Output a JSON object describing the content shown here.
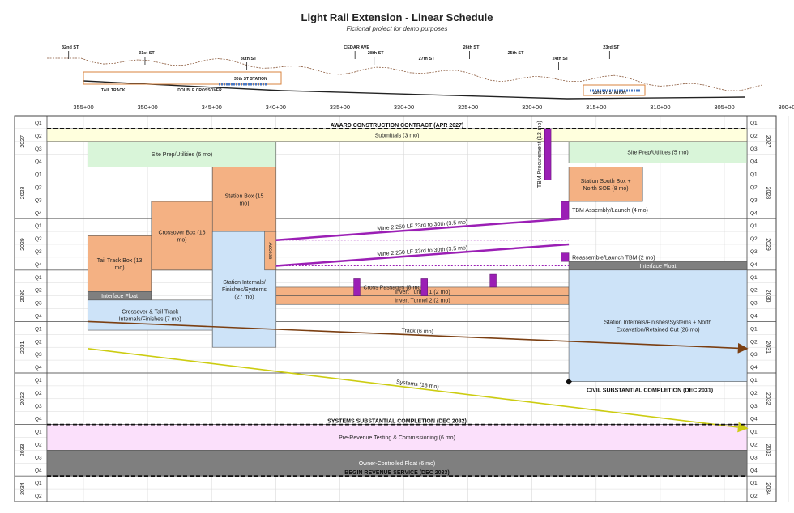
{
  "title": "Light Rail Extension - Linear Schedule",
  "subtitle": "Fictional project for demo purposes",
  "profile": {
    "streets": [
      {
        "label": "32nd ST",
        "station": 353.3
      },
      {
        "label": "31st ST",
        "station": 347.3
      },
      {
        "label": "30th ST",
        "station": 339.3
      },
      {
        "label": "CEDAR AVE",
        "station": 330.8
      },
      {
        "label": "28th ST",
        "station": 329.3
      },
      {
        "label": "27th ST",
        "station": 325.3
      },
      {
        "label": "26th ST",
        "station": 321.8
      },
      {
        "label": "25th ST",
        "station": 318.3
      },
      {
        "label": "24th ST",
        "station": 314.8
      },
      {
        "label": "23rd ST",
        "station": 310.8
      }
    ],
    "labels": [
      {
        "text": "TAIL TRACK",
        "station": 349.8
      },
      {
        "text": "DOUBLE CROSSOVER",
        "station": 343.0
      },
      {
        "text": "30th ST STATION",
        "station": 339.0
      },
      {
        "text": "23rd ST STATION",
        "station": 310.8
      }
    ]
  },
  "axis": {
    "stations": [
      "355+00",
      "350+00",
      "345+00",
      "340+00",
      "335+00",
      "330+00",
      "325+00",
      "320+00",
      "315+00",
      "310+00",
      "305+00",
      "300+00"
    ]
  },
  "years": [
    "2027",
    "2028",
    "2029",
    "2030",
    "2031",
    "2032",
    "2033",
    "2034"
  ],
  "quarters": [
    "Q1",
    "Q2",
    "Q3",
    "Q4"
  ],
  "milestones": [
    {
      "text": "AWARD CONSTRUCTION CONTRACT (APR 2027)",
      "q": 1
    },
    {
      "text": "SYSTEMS SUBSTANTIAL COMPLETION (DEC 2032)",
      "q": 24
    },
    {
      "text": "BEGIN REVENUE SERVICE (DEC 2033)",
      "q": 28
    }
  ],
  "activities": [
    {
      "label": "Submittals (3 mo)",
      "sta": [
        355,
        300
      ],
      "q": [
        1,
        2
      ],
      "color": "#ffffdd"
    },
    {
      "label": "Site Prep/Utilities (6 mo)",
      "sta": [
        351.8,
        337.0
      ],
      "q": [
        2,
        4
      ],
      "color": "#d9f5d9"
    },
    {
      "label": "Site Prep/Utilities (5 mo)",
      "sta": [
        314.0,
        300
      ],
      "q": [
        2,
        3.67
      ],
      "color": "#d9f5d9"
    },
    {
      "label": "Station South Box + North SOE (8 mo)",
      "sta": [
        314.0,
        308.2
      ],
      "q": [
        4,
        6.67
      ],
      "color": "#f4b183"
    },
    {
      "label": "Station Box (15 mo)",
      "sta": [
        342.0,
        337.0
      ],
      "q": [
        4,
        9
      ],
      "color": "#f4b183"
    },
    {
      "label": "Crossover Box (16 mo)",
      "sta": [
        346.8,
        342.0
      ],
      "q": [
        6.67,
        12
      ],
      "color": "#f4b183"
    },
    {
      "label": "Tail Track Box (13 mo)",
      "sta": [
        351.8,
        346.8
      ],
      "q": [
        9.33,
        13.67
      ],
      "color": "#f4b183"
    },
    {
      "label": "Interface Float",
      "sta": [
        351.8,
        346.8
      ],
      "q": [
        13.67,
        14.33
      ],
      "color": "#7f7f7f"
    },
    {
      "label": "Crossover & Tail Track Internals/Finishes (7 mo)",
      "sta": [
        351.8,
        342.0
      ],
      "q": [
        14.33,
        16.67
      ],
      "color": "#cde3f8"
    },
    {
      "label": "Station Internals/ Finishes/Systems (27 mo)",
      "sta": [
        342.0,
        337.0
      ],
      "q": [
        9,
        18
      ],
      "color": "#cde3f8"
    },
    {
      "label": "Access",
      "sta": [
        337.9,
        337.0
      ],
      "q": [
        9,
        12
      ],
      "color": "#f4b183"
    },
    {
      "label": "Invert Tunnel 1 (2 mo)",
      "sta": [
        337.0,
        314.0
      ],
      "q": [
        13.33,
        14
      ],
      "color": "#f4b183"
    },
    {
      "label": "Invert Tunnel 2 (2 mo)",
      "sta": [
        337.0,
        314.0
      ],
      "q": [
        14,
        14.67
      ],
      "color": "#f4b183"
    },
    {
      "label": "Access",
      "sta": [
        314.0,
        313.1
      ],
      "q": [
        12,
        16
      ],
      "color": "#f4b183"
    },
    {
      "label": "Interface Float",
      "sta": [
        314.0,
        300
      ],
      "q": [
        11.33,
        12
      ],
      "color": "#7f7f7f"
    },
    {
      "label": "Station Internals/Finishes/Systems + North Excavation/Retained Cut (26 mo)",
      "sta": [
        314.0,
        300
      ],
      "q": [
        12,
        20.67
      ],
      "color": "#cde3f8"
    },
    {
      "label": "Pre-Revenue Testing & Commissioning (6 mo)",
      "sta": [
        355,
        300
      ],
      "q": [
        24,
        26
      ],
      "color": "#fbe0fb"
    },
    {
      "label": "Owner-Controlled Float (6 mo)",
      "sta": [
        355,
        300
      ],
      "q": [
        26,
        28
      ],
      "color": "#7f7f7f"
    }
  ],
  "tbm": [
    {
      "label": "TBM Procurement (12 mo)",
      "sta": [
        315.9,
        315.4
      ],
      "q": [
        1,
        5
      ],
      "vertical": true
    },
    {
      "label": "TBM Assembly/Launch (4 mo)",
      "sta": [
        314.6,
        314.0
      ],
      "q": [
        6.67,
        8
      ]
    },
    {
      "label": "Reassemble/Launch TBM (2 mo)",
      "sta": [
        314.6,
        314.0
      ],
      "q": [
        10.67,
        11.33
      ]
    },
    {
      "label": "Cross Passages (8 mo)",
      "sta": [
        330.9,
        330.4
      ],
      "q": [
        12.67,
        14
      ]
    },
    {
      "label": "",
      "sta": [
        325.6,
        325.1
      ],
      "q": [
        12.67,
        14
      ]
    },
    {
      "label": "",
      "sta": [
        320.2,
        319.7
      ],
      "q": [
        12.33,
        13.33
      ]
    }
  ],
  "lines": [
    {
      "label": "Mine 2,250 LF 23rd to 30th (3.5 mo)",
      "from": [
        337.0,
        9.67
      ],
      "to": [
        314.0,
        8
      ],
      "color": "#9b1fb5"
    },
    {
      "label": "Mine 2,250 LF 23rd to 30th (3.5 mo)",
      "from": [
        337.0,
        11.67
      ],
      "to": [
        314.0,
        10
      ],
      "color": "#9b1fb5"
    },
    {
      "label": "Track (6 mo)",
      "from": [
        351.8,
        16
      ],
      "to": [
        300,
        18.1
      ],
      "color": "#7b3f12"
    },
    {
      "label": "Systems (18 mo)",
      "from": [
        351.8,
        18.1
      ],
      "to": [
        300,
        24.3
      ],
      "color": "#cccc11"
    }
  ],
  "civil_milestone": {
    "text": "CIVIL SUBSTANTIAL COMPLETION (DEC 2031)",
    "sta": 314.0,
    "q": 20.67
  }
}
